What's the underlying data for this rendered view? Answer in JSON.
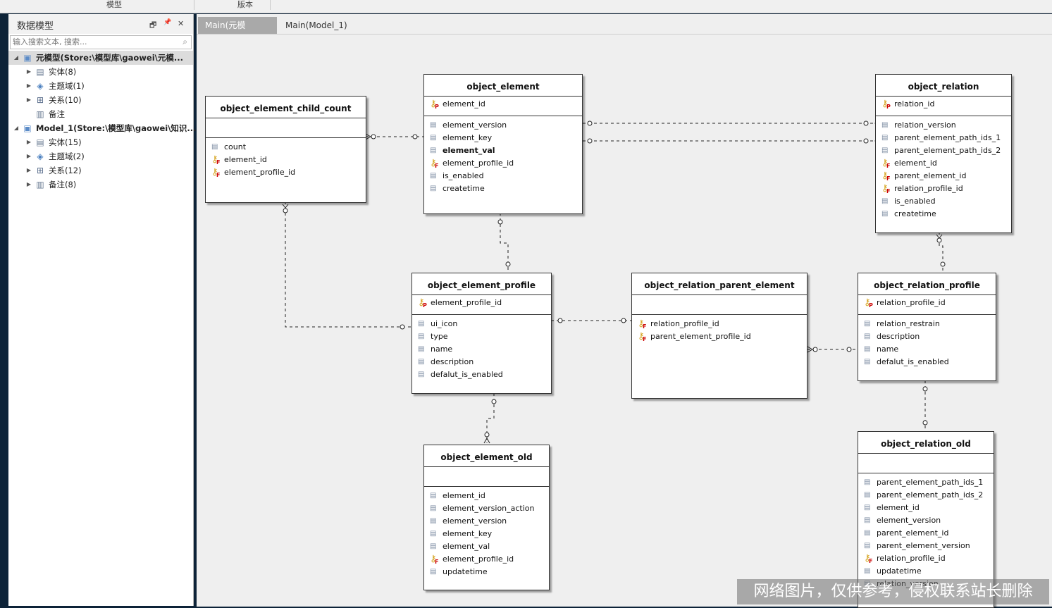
{
  "topbar": {
    "section1": "模型",
    "section2": "版本"
  },
  "left_panel": {
    "title": "数据模型",
    "buttons": {
      "restore": "🗗",
      "pin": "📌",
      "close": "✕"
    },
    "search": {
      "placeholder": "输入搜索文本, 搜索..."
    },
    "tree": [
      {
        "label": "元模型(Store:\\模型库\\gaowei\\元模...",
        "level": 0,
        "icon": "model-icon",
        "expanded": true,
        "selected": true
      },
      {
        "label": "实体(8)",
        "level": 1,
        "icon": "entity-icon"
      },
      {
        "label": "主题域(1)",
        "level": 1,
        "icon": "subject-area-icon"
      },
      {
        "label": "关系(10)",
        "level": 1,
        "icon": "relation-icon"
      },
      {
        "label": "备注",
        "level": 1,
        "icon": "note-icon",
        "leaf": true
      },
      {
        "label": "Model_1(Store:\\模型库\\gaowei\\知识...",
        "level": 0,
        "icon": "model-icon",
        "expanded": true
      },
      {
        "label": "实体(15)",
        "level": 1,
        "icon": "entity-icon"
      },
      {
        "label": "主题域(2)",
        "level": 1,
        "icon": "subject-area-icon"
      },
      {
        "label": "关系(12)",
        "level": 1,
        "icon": "relation-icon"
      },
      {
        "label": "备注(8)",
        "level": 1,
        "icon": "note-icon"
      }
    ]
  },
  "tabs": [
    {
      "label": "Main(元模型)",
      "active": true,
      "close": "✕"
    },
    {
      "label": "Main(Model_1)",
      "active": false
    }
  ],
  "entities": [
    {
      "id": "object_element_child_count",
      "title": "object_element_child_count",
      "keys": [],
      "attrs": [
        {
          "n": "count",
          "k": ""
        },
        {
          "n": "element_id",
          "k": "F"
        },
        {
          "n": "element_profile_id",
          "k": "F"
        }
      ]
    },
    {
      "id": "object_element",
      "title": "object_element",
      "keys": [
        {
          "n": "element_id",
          "k": "P"
        }
      ],
      "attrs": [
        {
          "n": "element_version",
          "k": ""
        },
        {
          "n": "element_key",
          "k": ""
        },
        {
          "n": "element_val",
          "k": "",
          "b": true
        },
        {
          "n": "element_profile_id",
          "k": "F"
        },
        {
          "n": "is_enabled",
          "k": ""
        },
        {
          "n": "createtime",
          "k": ""
        }
      ]
    },
    {
      "id": "object_relation",
      "title": "object_relation",
      "keys": [
        {
          "n": "relation_id",
          "k": "P"
        }
      ],
      "attrs": [
        {
          "n": "relation_version",
          "k": ""
        },
        {
          "n": "parent_element_path_ids_1",
          "k": ""
        },
        {
          "n": "parent_element_path_ids_2",
          "k": ""
        },
        {
          "n": "element_id",
          "k": "F"
        },
        {
          "n": "parent_element_id",
          "k": "F"
        },
        {
          "n": "relation_profile_id",
          "k": "F"
        },
        {
          "n": "is_enabled",
          "k": ""
        },
        {
          "n": "createtime",
          "k": ""
        }
      ]
    },
    {
      "id": "object_element_profile",
      "title": "object_element_profile",
      "keys": [
        {
          "n": "element_profile_id",
          "k": "P"
        }
      ],
      "attrs": [
        {
          "n": "ui_icon",
          "k": ""
        },
        {
          "n": "type",
          "k": ""
        },
        {
          "n": "name",
          "k": ""
        },
        {
          "n": "description",
          "k": ""
        },
        {
          "n": "defalut_is_enabled",
          "k": ""
        }
      ]
    },
    {
      "id": "object_relation_parent_element",
      "title": "object_relation_parent_element",
      "keys": [],
      "attrs": [
        {
          "n": "relation_profile_id",
          "k": "F"
        },
        {
          "n": "parent_element_profile_id",
          "k": "F"
        }
      ]
    },
    {
      "id": "object_relation_profile",
      "title": "object_relation_profile",
      "keys": [
        {
          "n": "relation_profile_id",
          "k": "P"
        }
      ],
      "attrs": [
        {
          "n": "relation_restrain",
          "k": ""
        },
        {
          "n": "description",
          "k": ""
        },
        {
          "n": "name",
          "k": ""
        },
        {
          "n": "defalut_is_enabled",
          "k": ""
        }
      ]
    },
    {
      "id": "object_element_old",
      "title": "object_element_old",
      "keys": [],
      "attrs": [
        {
          "n": "element_id",
          "k": ""
        },
        {
          "n": "element_version_action",
          "k": ""
        },
        {
          "n": "element_version",
          "k": ""
        },
        {
          "n": "element_key",
          "k": ""
        },
        {
          "n": "element_val",
          "k": ""
        },
        {
          "n": "element_profile_id",
          "k": "F"
        },
        {
          "n": "updatetime",
          "k": ""
        }
      ]
    },
    {
      "id": "object_relation_old",
      "title": "object_relation_old",
      "keys": [],
      "attrs": [
        {
          "n": "parent_element_path_ids_1",
          "k": ""
        },
        {
          "n": "parent_element_path_ids_2",
          "k": ""
        },
        {
          "n": "element_id",
          "k": ""
        },
        {
          "n": "element_version",
          "k": ""
        },
        {
          "n": "parent_element_id",
          "k": ""
        },
        {
          "n": "parent_element_version",
          "k": ""
        },
        {
          "n": "relation_profile_id",
          "k": "F"
        },
        {
          "n": "updatetime",
          "k": ""
        },
        {
          "n": "relation_version",
          "k": ""
        }
      ]
    }
  ],
  "watermark": "网络图片，仅供参考，侵权联系站长删除"
}
